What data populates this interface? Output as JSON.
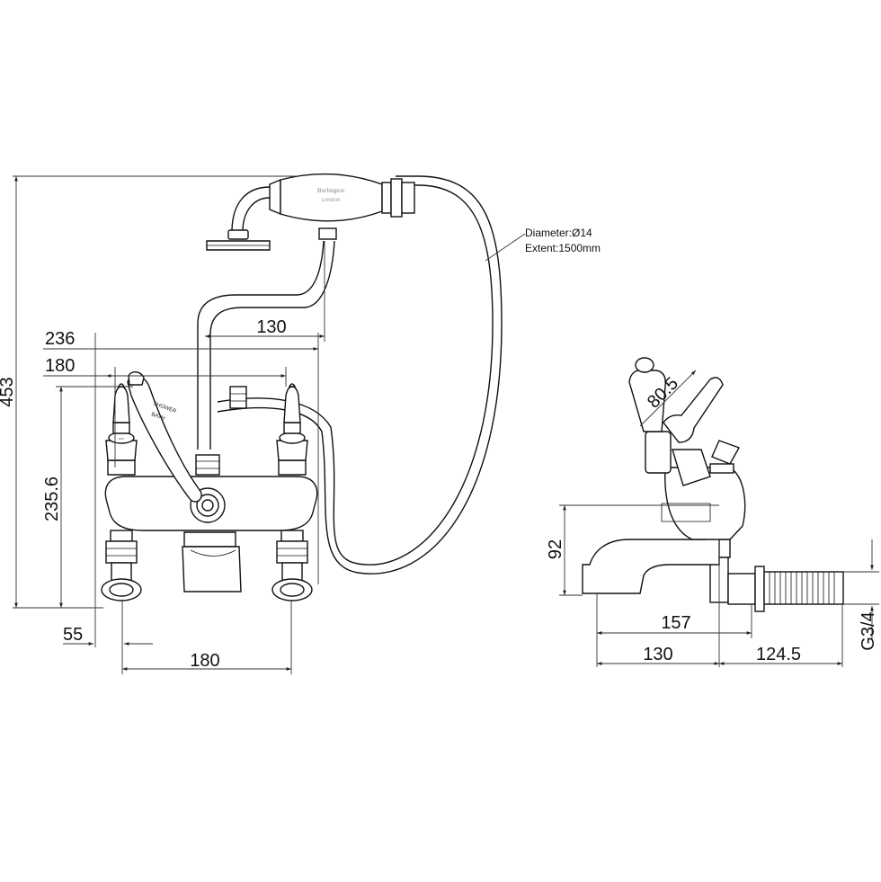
{
  "front_view": {
    "dimensions": {
      "total_height": "453",
      "overall_width": "236",
      "lever_span": "180",
      "handshower_offset": "130",
      "height_to_lever": "235.6",
      "leg_width": "55",
      "centres": "180"
    },
    "hose_note": {
      "diameter": "Diameter:Ø14",
      "extent": "Extent:1500mm"
    },
    "handset_brand": "Burlington",
    "handset_sub": "LONDON",
    "lever_labels": [
      "SHOWER",
      "BATH"
    ],
    "ring_label": "HOT"
  },
  "side_view": {
    "dimensions": {
      "lever_angle": "80.5",
      "spout_height": "92",
      "spout_reach": "157",
      "reach_to_centre": "130",
      "leg_length": "124.5",
      "thread": "G3/4"
    }
  }
}
